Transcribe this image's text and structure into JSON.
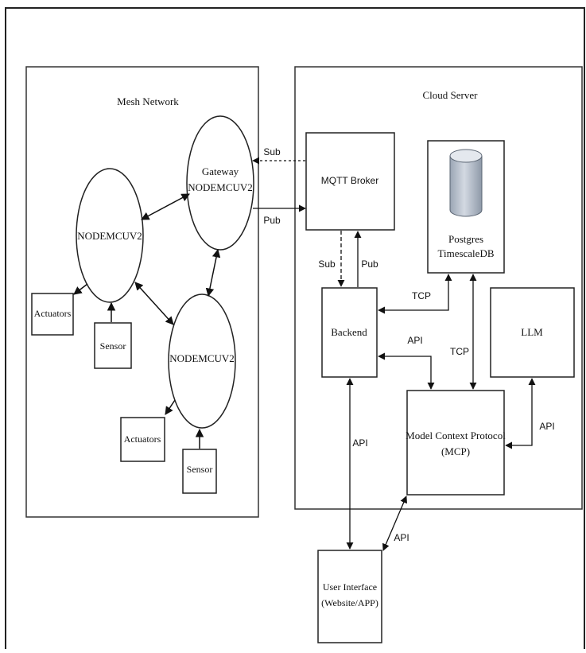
{
  "mesh_network": {
    "title": "Mesh Network",
    "gateway": {
      "line1": "Gateway",
      "line2": "NODEMCUV2"
    },
    "node_left": "NODEMCUV2",
    "node_bottom": "NODEMCUV2",
    "actuators_1": "Actuators",
    "sensor_1": "Sensor",
    "actuators_2": "Actuators",
    "sensor_2": "Sensor"
  },
  "cloud_server": {
    "title": "Cloud Server",
    "mqtt_broker": "MQTT Broker",
    "database": {
      "line1": "Postgres",
      "line2": "TimescaleDB"
    },
    "backend": "Backend",
    "llm": "LLM",
    "mcp": {
      "line1": "Model Context Protocol",
      "line2": "(MCP)"
    }
  },
  "user_interface": {
    "line1": "User Interface",
    "line2": "(Website/APP)"
  },
  "connection_labels": {
    "sub_gateway": "Sub",
    "pub_gateway": "Pub",
    "sub_backend": "Sub",
    "pub_backend": "Pub",
    "tcp_backend_db": "TCP",
    "api_backend_mcp": "API",
    "tcp_db_mcp": "TCP",
    "api_llm_mcp": "API",
    "api_backend_ui": "API",
    "api_mcp_ui": "API"
  },
  "colors": {
    "line": "#111111",
    "db_fill": "#b9c2ce",
    "db_top": "#d9dee6",
    "border": "#222222"
  }
}
